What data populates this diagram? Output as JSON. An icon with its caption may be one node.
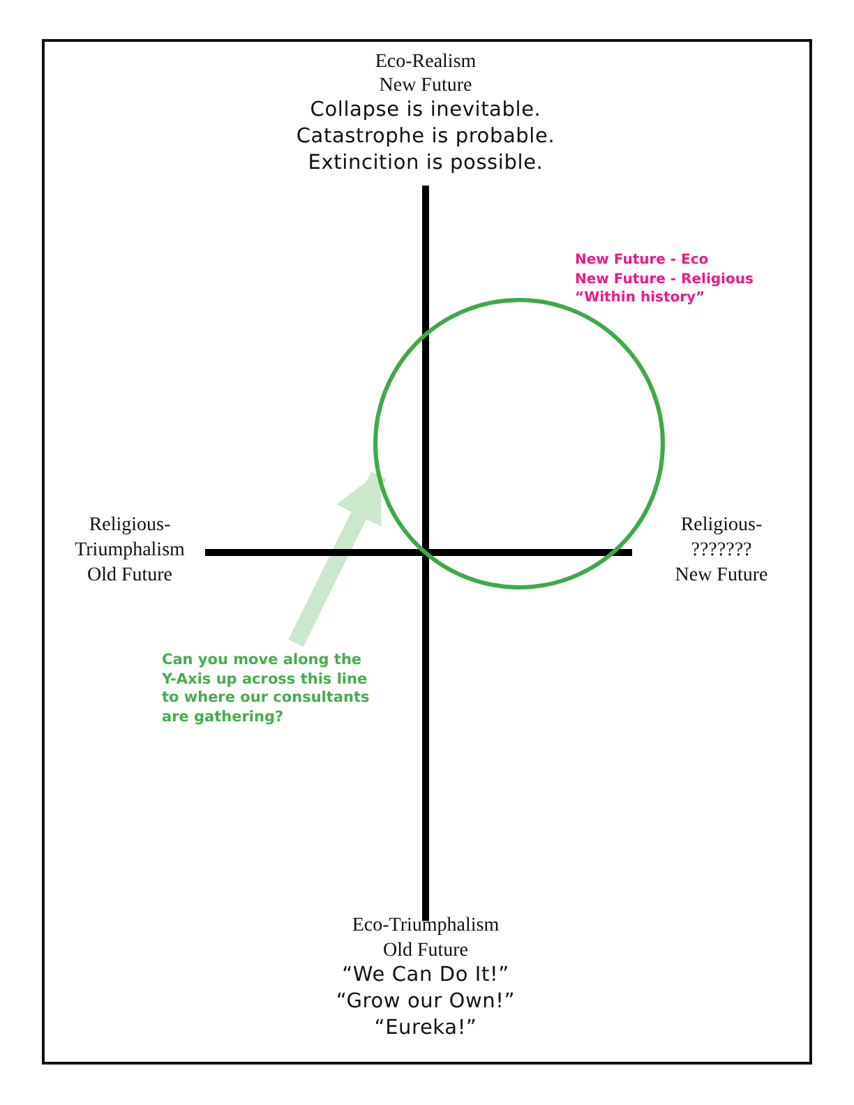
{
  "diagram": {
    "nodes": [
      {
        "text": [],
        "shape": "circle",
        "beside": [
          "New Future - Eco",
          "New Future - Religious",
          "“Within history”"
        ]
      },
      {
        "text": [
          "Can you move along the Y-Axis up across this line to where our consultants are gathering?"
        ]
      }
    ],
    "edges": [
      {
        "from": 1,
        "to": 0,
        "arrow": "to"
      }
    ],
    "labels": [
      "Eco-Realism",
      "New Future",
      "Collapse is inevitable.",
      "Catastrophe is probable.",
      "Extincition is possible.",
      "Religious-",
      "Triumphalism",
      "Old Future",
      "Religious-",
      "???????",
      "New Future",
      "Eco-Triumphalism",
      "Old Future",
      "“We Can Do It!”",
      "“Grow our Own!”",
      "“Eureka!”"
    ]
  }
}
